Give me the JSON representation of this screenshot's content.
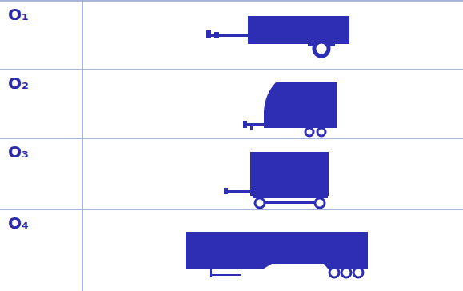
{
  "diagram": {
    "labels": [
      "O₁",
      "O₂",
      "O₃",
      "O₄"
    ]
  }
}
